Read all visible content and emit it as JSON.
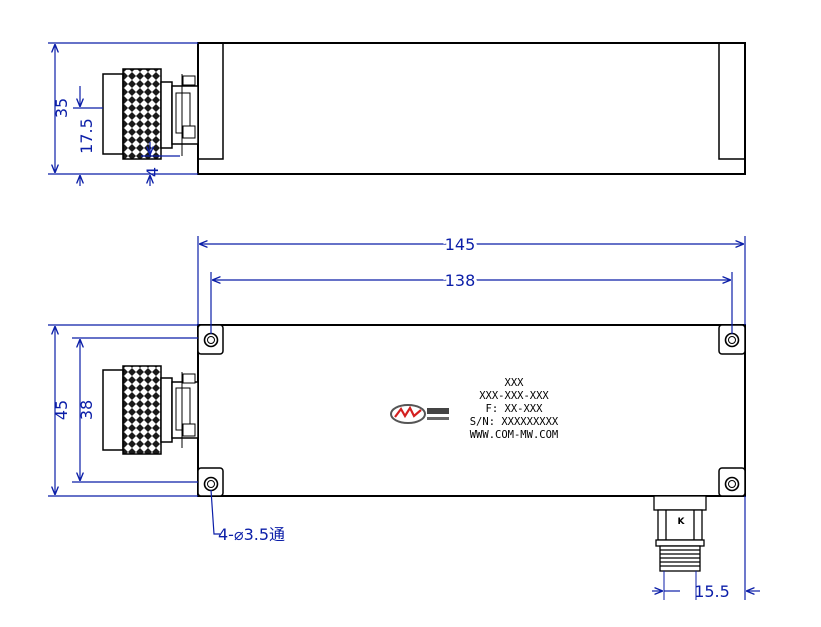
{
  "top_view": {
    "dim_height": "35",
    "dim_center": "17.5",
    "dim_offset": "4"
  },
  "front_view": {
    "dim_length": "145",
    "dim_hole_spacing": "138",
    "dim_height": "45",
    "dim_connector_height": "38",
    "dim_port_offset": "15.5",
    "hole_note": "4-⌀3.5通",
    "port_label": "K"
  },
  "product_label": {
    "line1": "XXX",
    "line2": "XXX-XXX-XXX",
    "line3": "F: XX-XXX",
    "line4": "S/N: XXXXXXXXX",
    "line5": "WWW.COM-MW.COM"
  },
  "colors": {
    "dimension": "#0b1ea8",
    "outline": "#000000",
    "logo_red": "#d42020"
  }
}
